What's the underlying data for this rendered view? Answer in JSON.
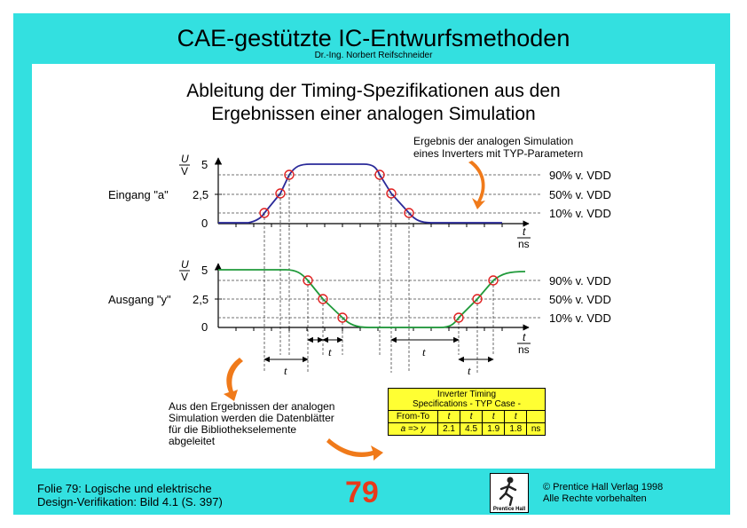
{
  "slide": {
    "title": "CAE-gestützte IC-Entwurfsmethoden",
    "author": "Dr.-Ing. Norbert Reifschneider",
    "heading_line1": "Ableitung der Timing-Spezifikationen aus den",
    "heading_line2": "Ergebnissen einer analogen Simulation"
  },
  "notes": {
    "top_right_line1": "Ergebnis der analogen Simulation",
    "top_right_line2": "eines Inverters mit TYP-Parametern",
    "bottom_left_line1": "Aus den Ergebnissen der analogen",
    "bottom_left_line2": "Simulation werden die Datenblätter",
    "bottom_left_line3": "für die Bibliothekselemente",
    "bottom_left_line4": "abgeleitet"
  },
  "plot": {
    "y_unit_num": "U",
    "y_unit_den": "V",
    "x_unit_num": "t",
    "x_unit_den": "ns",
    "tick_5": "5",
    "tick_25": "2,5",
    "tick_0": "0",
    "input_label": "Eingang \"a\"",
    "output_label": "Ausgang \"y\"",
    "level_90": "90% v. VDD",
    "level_50": "50% v. VDD",
    "level_10": "10% v. VDD",
    "interval_label": "t"
  },
  "spec_table": {
    "title_line1": "Inverter Timing",
    "title_line2": "Specifications - TYP Case -",
    "col_from_to": "From-To",
    "col_t": "t",
    "row_pins": "a => y",
    "values": [
      "2.1",
      "4.5",
      "1.9",
      "1.8"
    ],
    "unit": "ns"
  },
  "footer": {
    "line1": "Folie 79: Logische und elektrische",
    "line2": "Design-Verifikation: Bild 4.1 (S. 397)",
    "slide_number": "79",
    "copyright_line1": "© Prentice Hall Verlag 1998",
    "copyright_line2": "Alle Rechte vorbehalten",
    "logo_text": "Prentice Hall"
  },
  "colors": {
    "frame": "#33e0e0",
    "input_wave": "#2a2a99",
    "output_wave": "#1f9a3a",
    "marker": "#e02020",
    "arrow": "#f07a1a",
    "table": "#ffff33",
    "slide_number": "#e83a1a"
  }
}
